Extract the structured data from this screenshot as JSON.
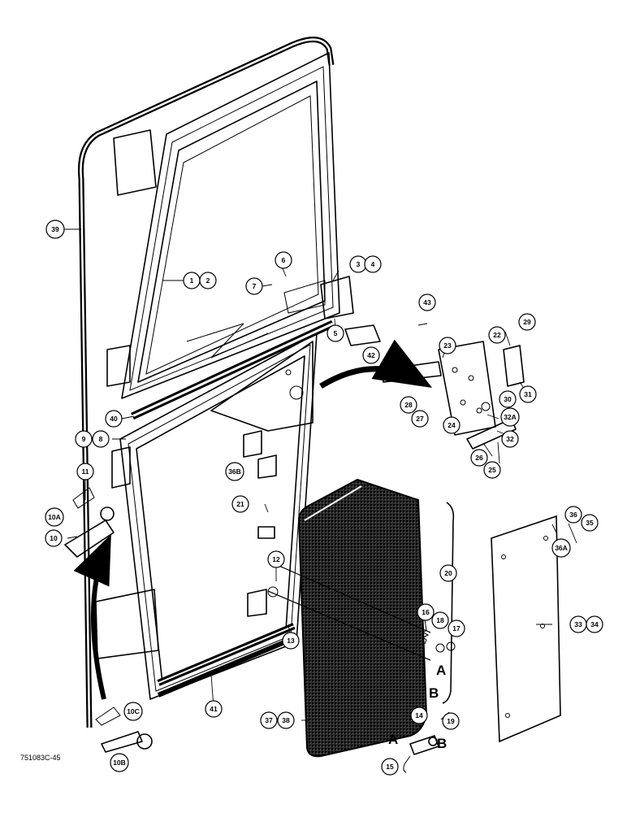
{
  "figure_id": "751083C-45",
  "callouts": {
    "c1": "1",
    "c2": "2",
    "c3": "3",
    "c4": "4",
    "c5": "5",
    "c6": "6",
    "c7": "7",
    "c8": "8",
    "c9": "9",
    "c10": "10",
    "c10a": "10A",
    "c10b": "10B",
    "c10c": "10C",
    "c11": "11",
    "c12": "12",
    "c13": "13",
    "c14": "14",
    "c15": "15",
    "c16": "16",
    "c17": "17",
    "c18": "18",
    "c19": "19",
    "c20": "20",
    "c21": "21",
    "c22": "22",
    "c23": "23",
    "c24": "24",
    "c25": "25",
    "c26": "26",
    "c27": "27",
    "c28": "28",
    "c29": "29",
    "c30": "30",
    "c31": "31",
    "c32": "32",
    "c32a": "32A",
    "c33": "33",
    "c34": "34",
    "c35": "35",
    "c36": "36",
    "c36a": "36A",
    "c36b": "36B",
    "c37": "37",
    "c38": "38",
    "c39": "39",
    "c40": "40",
    "c41": "41",
    "c42": "42",
    "c43": "43"
  },
  "letters": {
    "a": "A",
    "b": "B"
  }
}
